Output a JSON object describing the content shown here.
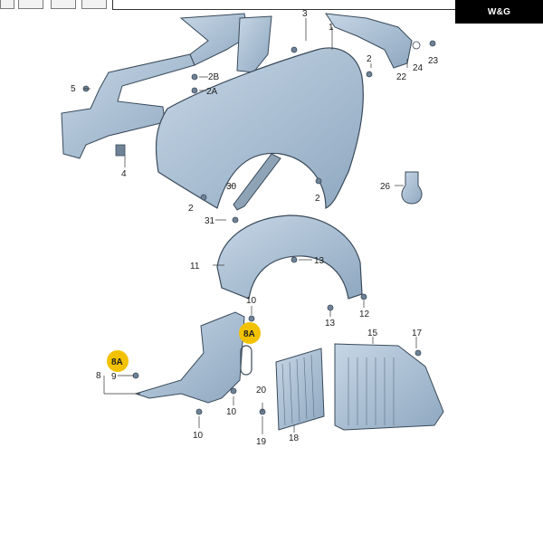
{
  "brand": {
    "logo_text": "W&G"
  },
  "callouts": {
    "c1": "1",
    "c2a": "2",
    "c2b": "2",
    "c2c": "2",
    "c2A": "2A",
    "c2B": "2B",
    "c3": "3",
    "c4": "4",
    "c5": "5",
    "c8": "8",
    "c8A_left": "8A",
    "c8A_mid": "8A",
    "c9": "9",
    "c10a": "10",
    "c10b": "10",
    "c10c": "10",
    "c11": "11",
    "c12": "12",
    "c13a": "13",
    "c13b": "13",
    "c15": "15",
    "c17": "17",
    "c18": "18",
    "c19": "19",
    "c20": "20",
    "c22": "22",
    "c23": "23",
    "c24": "24",
    "c26": "26",
    "c30": "30",
    "c31": "31"
  },
  "colors": {
    "part_fill": "#a9bed3",
    "part_stroke": "#3a4a5a",
    "highlight": "#f2c200"
  }
}
